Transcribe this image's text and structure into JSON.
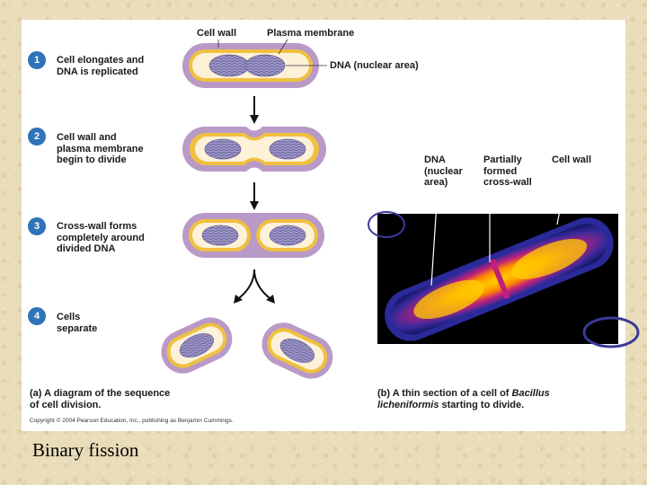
{
  "slide_title": "Binary fission",
  "diagram": {
    "labels": {
      "cell_wall_top": "Cell wall",
      "plasma_membrane": "Plasma membrane",
      "dna_nuclear_area": "DNA (nuclear area)"
    },
    "steps": [
      {
        "number": "1",
        "text": "Cell elongates and\nDNA is replicated"
      },
      {
        "number": "2",
        "text": "Cell wall and\nplasma membrane\nbegin to divide"
      },
      {
        "number": "3",
        "text": "Cross-wall forms\ncompletely around\ndivided DNA"
      },
      {
        "number": "4",
        "text": "Cells\nseparate"
      }
    ],
    "caption_label": "(a)",
    "caption_text": "A diagram of the sequence\nof cell division."
  },
  "micrograph": {
    "labels": {
      "dna": "DNA\n(nuclear\narea)",
      "partially_formed": "Partially\nformed\ncross-wall",
      "cell_wall": "Cell wall"
    },
    "caption_label": "(b)",
    "caption_text_1": "A thin section of a cell of ",
    "caption_species": "Bacillus",
    "caption_species_2": "licheniformis",
    "caption_text_2": " starting to divide."
  },
  "copyright": "Copyright © 2004 Pearson Education, Inc., publishing as Benjamin Cummings.",
  "colors": {
    "badge": "#2f73b8",
    "cell_wall": "#b99ac6",
    "membrane": "#f0c040",
    "cytoplasm": "#fdf1d8",
    "dna": "#8b86b8"
  }
}
